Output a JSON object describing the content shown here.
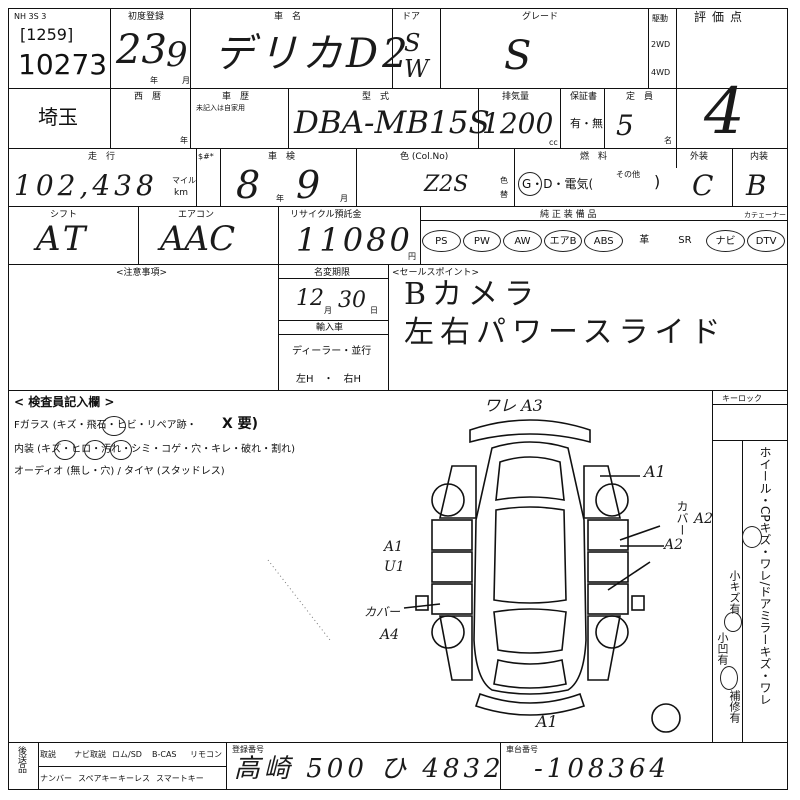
{
  "header": {
    "lot_code": "[1259]",
    "lot_number": "10273",
    "registration_year_label": "初度登録",
    "registration_year": "23",
    "registration_month": "9",
    "year_unit": "年",
    "month_unit": "月",
    "stamp": "NH 3S 3",
    "car_name_label": "車　名",
    "car_name": "デリカD2",
    "door_label": "ドア",
    "door_value": "SW",
    "grade_label": "グレード",
    "grade_value": "S",
    "drive_label": "駆動",
    "drive_2wd": "2WD",
    "drive_4wd": "4WD",
    "score_label": "評価点",
    "score_value": "4"
  },
  "row2": {
    "region": "埼玉",
    "year_label": "西　暦",
    "history_label": "車　歴",
    "history_note": "未記入は自家用",
    "model_label": "型　式",
    "model_value": "DBA-MB15S",
    "displacement_label": "排気量",
    "displacement_value": "1200",
    "displacement_unit": "cc",
    "warranty_label": "保証書",
    "warranty_value": "有・無",
    "capacity_label": "定　員",
    "capacity_value": "5",
    "capacity_unit": "名"
  },
  "row3": {
    "mileage_label": "走　行",
    "mileage_value": "102,438",
    "mileage_unit_mile": "マイル",
    "mileage_unit_km": "km",
    "odo_mark": "$#*",
    "inspection_label": "車　検",
    "inspection_year": "8",
    "inspection_month": "9",
    "year_unit": "年",
    "month_unit": "月",
    "color_label": "色 (Col.No)",
    "color_value": "Z2S",
    "color_side_a": "色",
    "color_side_b": "替",
    "fuel_label": "燃　料",
    "fuel_value": "G・D・電気(",
    "fuel_other": "その他",
    "fuel_close": ")",
    "exterior_label": "外装",
    "exterior_value": "C",
    "interior_label": "内装",
    "interior_value": "B"
  },
  "row4": {
    "shift_label": "シフト",
    "shift_value": "AT",
    "aircon_label": "エアコン",
    "aircon_value": "AAC",
    "recycle_label": "リサイクル預託金",
    "recycle_value": "11080",
    "recycle_unit": "円",
    "options_label": "純 正 装 備 品",
    "option_extra": "カテェーナー",
    "options": [
      "PS",
      "PW",
      "AW",
      "エアB",
      "ABS",
      "革",
      "SR",
      "ナビ",
      "DTV"
    ]
  },
  "row5": {
    "notes_label": "<注意事項>",
    "name_change_label": "名変期限",
    "name_change_month": "12",
    "name_change_day": "30",
    "month_unit": "月",
    "day_unit": "日",
    "import_label": "輸入車",
    "import_dealer": "ディーラー・並行",
    "import_side": "左H　・　右H",
    "sales_label": "<セールスポイント>",
    "sales_line1": "Bカメラ",
    "sales_line2": "左右パワースライド"
  },
  "inspector": {
    "title": "< 検査員記入欄 >",
    "glass_line": "Fガラス (キズ・飛石・ヒビ・リペア跡・",
    "glass_x": "X 要)",
    "interior_line": "内装 (キズ・ヒロ・汚れ・シミ・コゲ・穴・キレ・破れ・割れ)",
    "audio_line": "オーディオ (無し・穴) / タイヤ (スタッドレス)",
    "key_lock": "キーロック",
    "side_text": "ホイール・CPキズ・ワレ/ドアミラーキズ・ワレ",
    "side_small1": "小キズ有",
    "side_small2": "小凹有",
    "side_repair": "補修有"
  },
  "diagram": {
    "marks": [
      {
        "text": "ワレ A3"
      },
      {
        "text": "A1"
      },
      {
        "text": "カバー"
      },
      {
        "text": "A2"
      },
      {
        "text": "A2"
      },
      {
        "text": "A1"
      },
      {
        "text": "U1"
      },
      {
        "text": "カバー"
      },
      {
        "text": "A4"
      },
      {
        "text": "A1"
      }
    ]
  },
  "footer": {
    "accessories_label": "後送品",
    "items_row1": [
      "取説",
      "ナビ取説",
      "ロム/SD",
      "B-CAS",
      "リモコン"
    ],
    "items_row2": [
      "ナンバー",
      "スペアキー",
      "キーレス",
      "スマートキー"
    ],
    "plate_label": "登録番号",
    "plate_value": "高崎 500 ひ 4832",
    "chassis_label": "車台番号",
    "chassis_value": "-108364"
  }
}
